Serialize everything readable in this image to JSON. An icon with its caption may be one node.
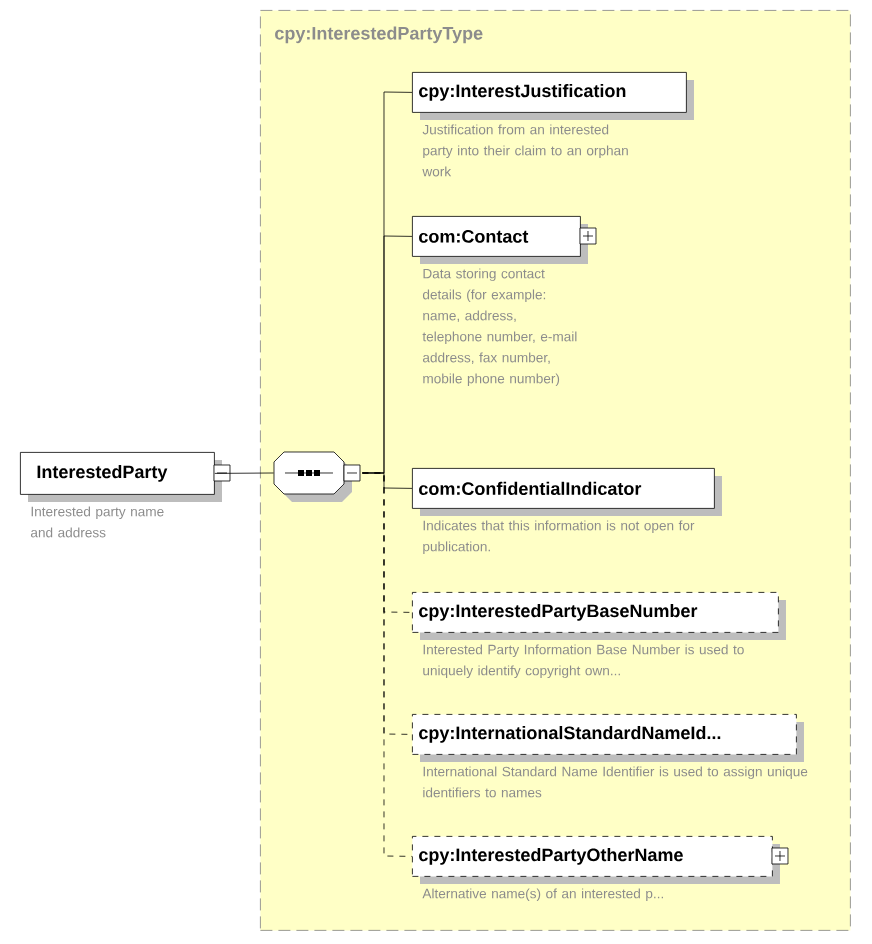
{
  "diagram": {
    "nodes": [
      {
        "text": [
          "cpy:InterestedPartyType"
        ]
      },
      {
        "text": [
          "InterestedParty"
        ],
        "beside": [
          "Interested party name and address"
        ]
      },
      {
        "text": [],
        "shape": "octagon",
        "in": 0
      },
      {
        "text": [
          "cpy:InterestJustification"
        ],
        "beside": [
          "Justification from an interested party into their claim to an orphan work"
        ],
        "in": 0
      },
      {
        "text": [
          "com:Contact"
        ],
        "beside": [
          "Data storing contact details (for example: name, address, telephone number, e-mail address, fax number, mobile phone number)"
        ],
        "in": 0
      },
      {
        "text": [
          "com:ConfidentialIndicator"
        ],
        "beside": [
          "Indicates that this information is not open for publication."
        ],
        "in": 0
      },
      {
        "text": [
          "cpy:InterestedPartyBaseNumber"
        ],
        "beside": [
          "Interested Party Information Base Number is used to uniquely identify copyright own..."
        ],
        "in": 0
      },
      {
        "text": [
          "cpy:InternationalStandardNameId..."
        ],
        "beside": [
          "International Standard Name Identifier is used to assign unique identifiers to names"
        ],
        "in": 0
      },
      {
        "text": [
          "cpy:InterestedPartyOtherName"
        ],
        "beside": [
          "Alternative name(s) of an interested p..."
        ],
        "in": 0
      }
    ],
    "edges": [
      {
        "from": 1,
        "to": 2,
        "arrow": "none"
      },
      {
        "from": 2,
        "to": 3,
        "arrow": "none"
      },
      {
        "from": 2,
        "to": 4,
        "arrow": "none"
      },
      {
        "from": 2,
        "to": 5,
        "arrow": "none"
      },
      {
        "from": 2,
        "to": 6,
        "arrow": "none",
        "style": "dashed"
      },
      {
        "from": 2,
        "to": 7,
        "arrow": "none",
        "style": "dashed"
      },
      {
        "from": 2,
        "to": 8,
        "arrow": "none",
        "style": "dashed"
      }
    ]
  }
}
